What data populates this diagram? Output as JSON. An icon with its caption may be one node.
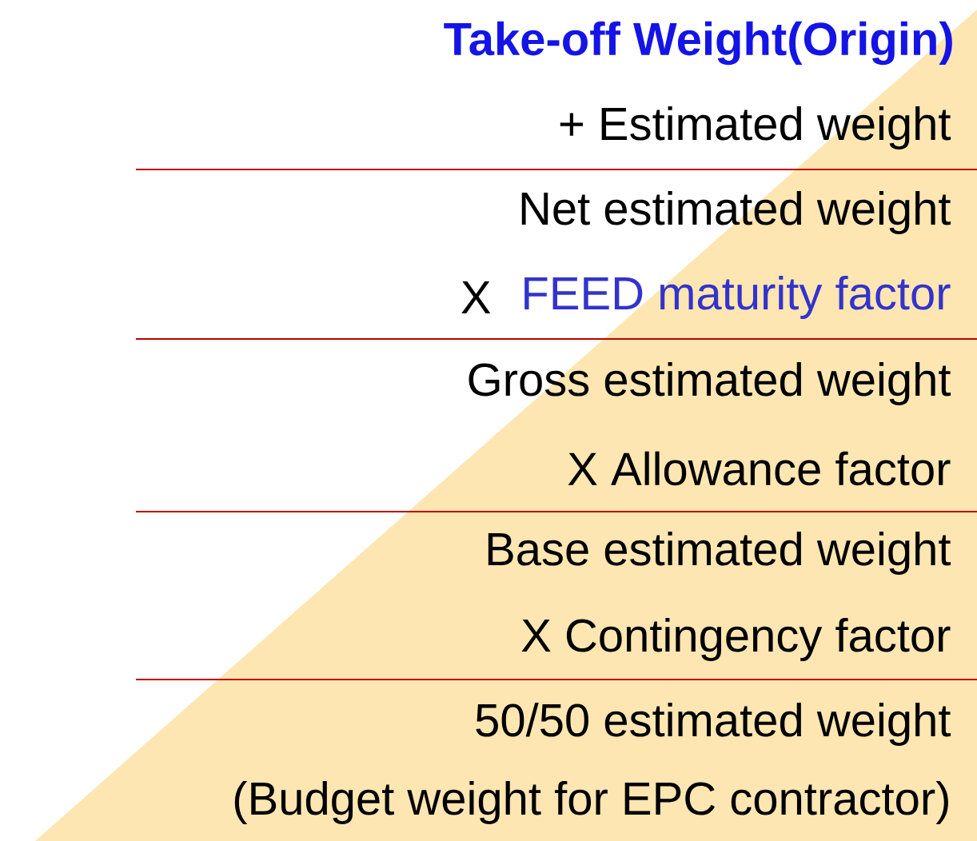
{
  "diagram": {
    "title": "Take-off Weight(Origin)",
    "labels": [
      "+ Estimated weight",
      "Net estimated weight",
      "X",
      "FEED maturity factor",
      "Gross estimated weight",
      "X Allowance factor",
      "Base estimated weight",
      "X Contingency factor",
      "50/50 estimated weight",
      "(Budget weight for EPC contractor)"
    ]
  }
}
